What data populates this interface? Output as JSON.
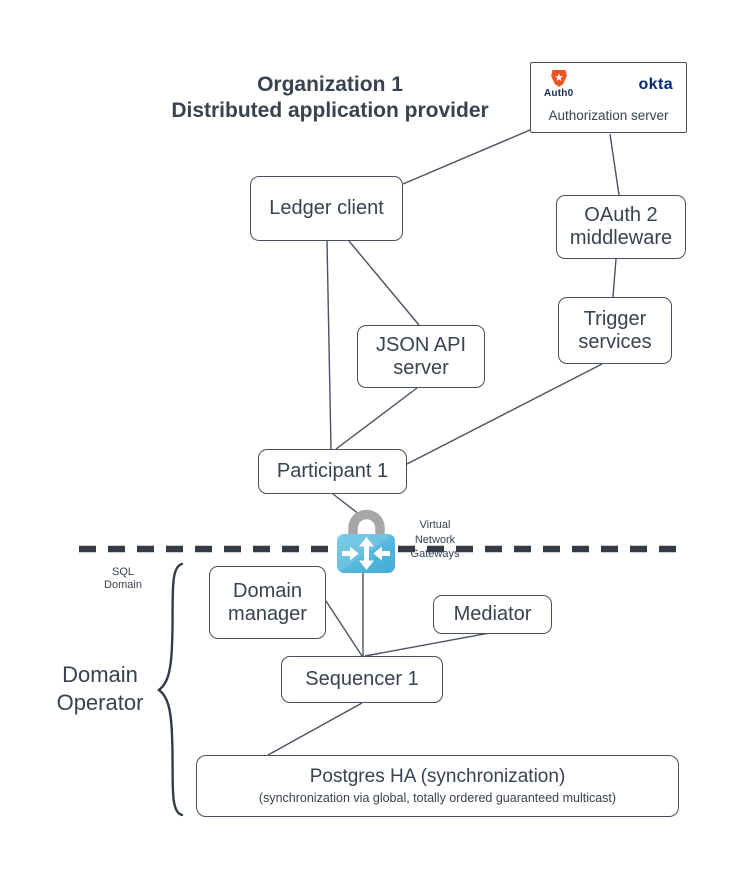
{
  "title": "Organization 1\nDistributed application provider",
  "auth_server": {
    "label": "Authorization server",
    "auth0_label": "Auth0",
    "okta_label": "okta"
  },
  "nodes": {
    "ledger_client": "Ledger client",
    "oauth2_middleware": "OAuth 2 middleware",
    "trigger_services": "Trigger services",
    "json_api_server": "JSON API server",
    "participant": "Participant 1",
    "domain_manager": "Domain manager",
    "mediator": "Mediator",
    "sequencer": "Sequencer 1",
    "postgres": {
      "title": "Postgres HA (synchronization)",
      "subtitle": "(synchronization via global, totally ordered guaranteed multicast)"
    }
  },
  "annotations": {
    "virtual_network_gateways": "Virtual Network Gateways",
    "sql_domain": "SQL Domain",
    "domain_operator": "Domain Operator"
  },
  "colors": {
    "diagram_ink": "#39424F",
    "boundary_dash": "#333B49",
    "gateway_blue": "#4FB3D8",
    "lock_gray": "#A6A6A6",
    "auth0_orange": "#EB5424",
    "okta_blue": "#00297A"
  }
}
